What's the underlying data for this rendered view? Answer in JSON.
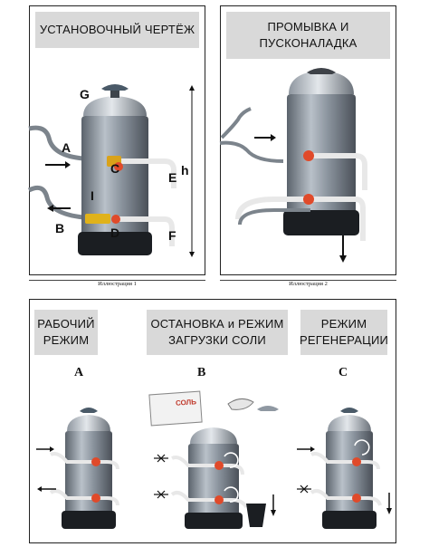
{
  "illustration1": {
    "title": "УСТАНОВОЧНЫЙ ЧЕРТЁЖ",
    "caption": "Иллюстрация 1",
    "labels": {
      "g": "G",
      "a": "A",
      "b": "B",
      "c": "C",
      "d": "D",
      "e": "E",
      "f": "F",
      "i": "I",
      "h": "h"
    }
  },
  "illustration2": {
    "title_line1": "ПРОМЫВКА И",
    "title_line2": "ПУСКОНАЛАДКА",
    "caption": "Иллюстрация 2"
  },
  "modes": {
    "working": {
      "line1": "РАБОЧИЙ",
      "line2": "РЕЖИМ",
      "letter": "A"
    },
    "stop": {
      "line1": "ОСТАНОВКА и РЕЖИМ",
      "line2": "ЗАГРУЗКИ СОЛИ",
      "letter": "B",
      "salt_pack_label": "СОЛЬ"
    },
    "regen": {
      "line1": "РЕЖИМ",
      "line2": "РЕГЕНЕРАЦИИ",
      "letter": "C"
    }
  },
  "colors": {
    "banner": "#d9d9d9",
    "tank": "#8f98a2",
    "base": "#1b1e22",
    "valve": "#e04a2a",
    "handle": "#e0b21a"
  }
}
